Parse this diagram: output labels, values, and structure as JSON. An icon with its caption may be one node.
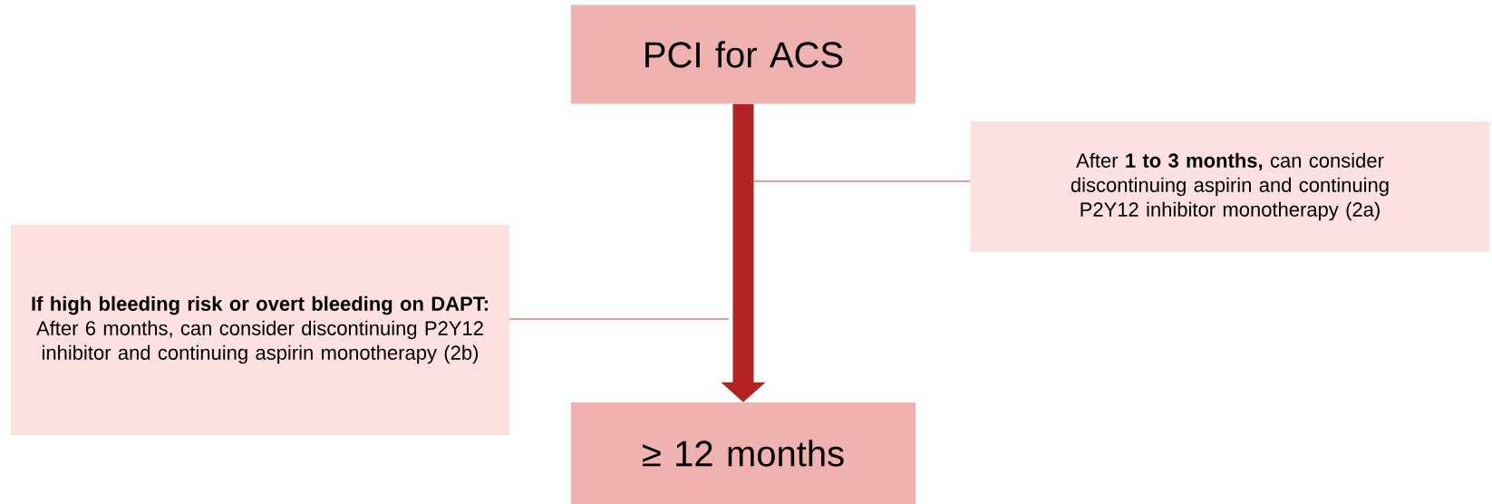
{
  "diagram": {
    "nodes": [
      {
        "text": [
          "PCI for ACS"
        ]
      },
      {
        "text": [
          "After **1 to 3 months,** can consider discontinuing aspirin and continuing P2Y12 inhibitor monotherapy (2a)"
        ]
      },
      {
        "text": [
          "If high bleeding risk or overt bleeding on DAPT:",
          "After 6 months, can consider discontinuing P2Y12 inhibitor and continuing aspirin monotherapy (2b)"
        ]
      },
      {
        "text": [
          "≥ 12 months"
        ]
      }
    ],
    "edges": [
      {
        "from": 0,
        "to": 3,
        "arrow": "to",
        "style": "thick",
        "color": "#b22222"
      },
      {
        "from": 1,
        "to": null,
        "arrow": "none"
      },
      {
        "from": 2,
        "to": null,
        "arrow": "none"
      }
    ]
  }
}
